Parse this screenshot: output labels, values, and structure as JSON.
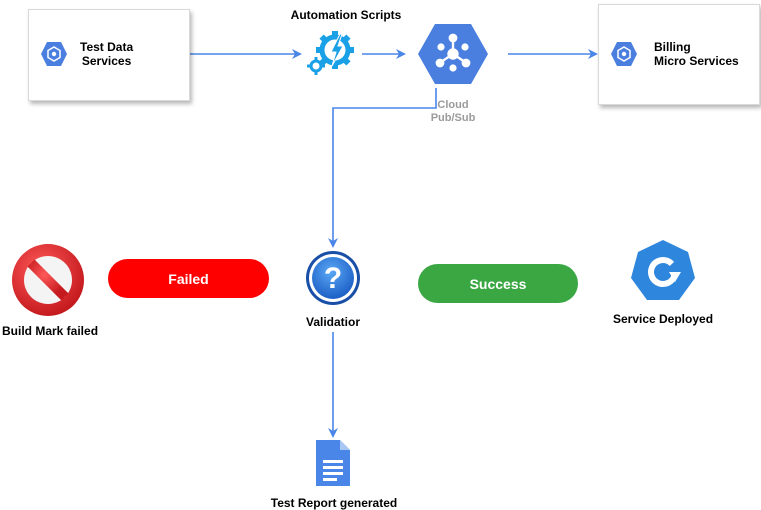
{
  "nodes": {
    "test_data": {
      "line1": "Test Data",
      "line2": "Services"
    },
    "automation": {
      "label": "Automation Scripts"
    },
    "pubsub": {
      "line1": "Cloud",
      "line2": "Pub/Sub"
    },
    "billing": {
      "line1": "Billing",
      "line2": "Micro Services"
    },
    "build_failed": {
      "label": "Build Mark failed"
    },
    "failed_pill": {
      "label": "Failed",
      "color": "#ff0000"
    },
    "validation": {
      "label": "Validatior"
    },
    "success_pill": {
      "label": "Success",
      "color": "#3aa743"
    },
    "service_deployed": {
      "label": "Service Deployed"
    },
    "report": {
      "label": "Test Report generated"
    }
  },
  "colors": {
    "arrow": "#4a86e8",
    "gcp_blue": "#4a7fe0",
    "icon_blue": "#2f86dd",
    "stop_red": "#e8262a"
  },
  "icons": {
    "test_data": "gcp-hexagon-icon",
    "automation": "gears-lightning-icon",
    "pubsub": "pubsub-hexagon-icon",
    "billing": "gcp-hexagon-icon",
    "build_failed": "no-entry-icon",
    "validation": "question-icon",
    "service_deployed": "deploy-refresh-icon",
    "report": "document-icon"
  }
}
